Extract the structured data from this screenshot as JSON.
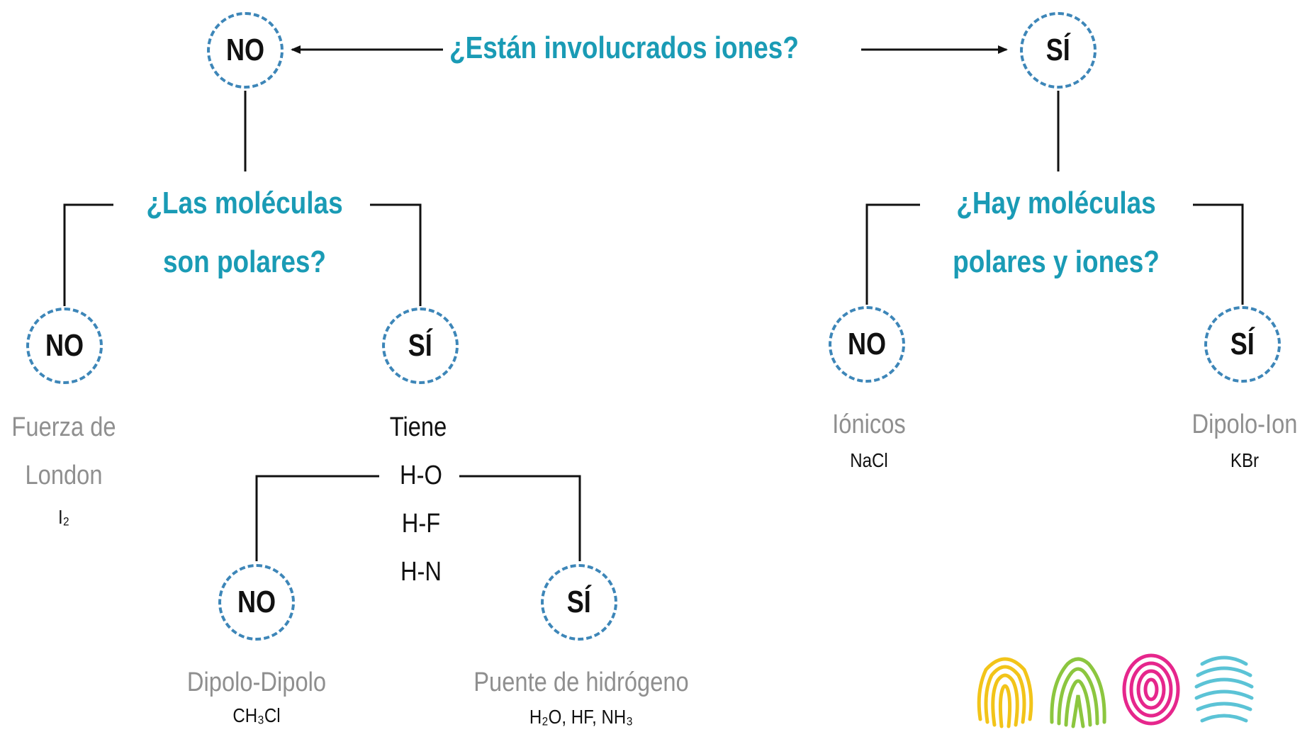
{
  "questions": {
    "ions": "¿Están involucrados iones?",
    "polar_line1": "¿Las moléculas",
    "polar_line2": "son polares?",
    "polar_ions_line1": "¿Hay moléculas",
    "polar_ions_line2": "polares y iones?"
  },
  "nodes": {
    "top_no": "NO",
    "top_si": "SÍ",
    "polar_no": "NO",
    "polar_si": "SÍ",
    "hbond_no": "NO",
    "hbond_si": "SÍ",
    "ionic_no": "NO",
    "ionic_si": "SÍ"
  },
  "results": {
    "london_line1": "Fuerza de",
    "london_line2": "London",
    "london_example": "I₂",
    "dipole": "Dipolo-Dipolo",
    "dipole_example": "CH₃Cl",
    "hbond": "Puente de hidrógeno",
    "hbond_example": "H₂O, HF, NH₃",
    "ionic": "Iónicos",
    "ionic_example": "NaCl",
    "dipole_ion": "Dipolo-Ion",
    "dipole_ion_example": "KBr"
  },
  "tiene": {
    "label": "Tiene",
    "bonds": [
      "H-O",
      "H-F",
      "H-N"
    ]
  },
  "colors": {
    "question": "#1a9bb5",
    "node_border": "#3d86b8",
    "result_gray": "#8f8f8f",
    "fingerprints": [
      "#f2c419",
      "#8cc63f",
      "#e6268c",
      "#5bc3d6"
    ]
  },
  "icons": [
    "fingerprint-icon-yellow",
    "fingerprint-icon-green",
    "fingerprint-icon-magenta",
    "fingerprint-icon-cyan"
  ]
}
